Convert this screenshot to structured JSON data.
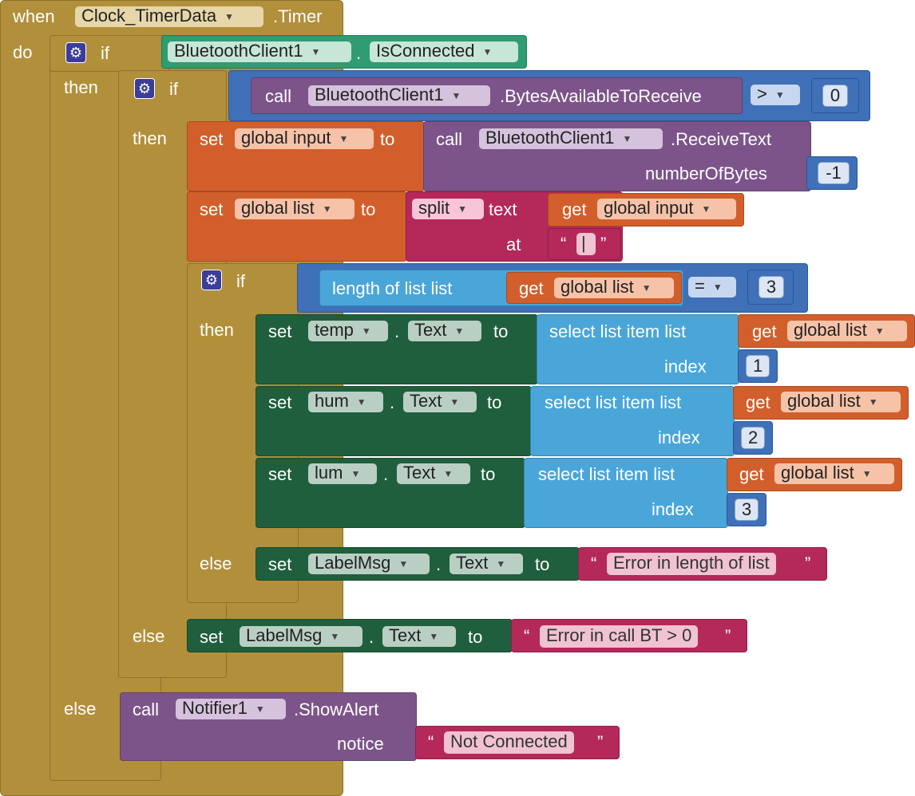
{
  "event": {
    "when_label": "when",
    "component": "Clock_TimerData",
    "event_name": ".Timer",
    "do_label": "do"
  },
  "outer_if": {
    "if_label": "if",
    "then_label": "then",
    "else_label": "else",
    "component": "BluetoothClient1",
    "property": "IsConnected"
  },
  "bytes_if": {
    "if_label": "if",
    "then_label": "then",
    "else_label": "else",
    "call_label": "call",
    "component": "BluetoothClient1",
    "method": ".BytesAvailableToReceive",
    "operator": ">",
    "number": "0"
  },
  "set_input": {
    "set_label": "set",
    "variable": "global input",
    "to_label": "to",
    "call_label": "call",
    "component": "BluetoothClient1",
    "method": ".ReceiveText",
    "param_label": "numberOfBytes",
    "param_value": "-1"
  },
  "set_list": {
    "set_label": "set",
    "variable": "global list",
    "to_label": "to",
    "split_label": "split",
    "text_label": "text",
    "get_label": "get",
    "get_variable": "global input",
    "at_label": "at",
    "separator": "|",
    "quote_open": "“",
    "quote_close": "”"
  },
  "length_if": {
    "if_label": "if",
    "then_label": "then",
    "else_label": "else",
    "length_label": "length of list  list",
    "get_label": "get",
    "get_variable": "global list",
    "operator": "=",
    "number": "3"
  },
  "sets": [
    {
      "set_label": "set",
      "component": "temp",
      "property": "Text",
      "to_label": "to",
      "select_label": "select list item  list",
      "get_label": "get",
      "get_variable": "global list",
      "index_label": "index",
      "index": "1"
    },
    {
      "set_label": "set",
      "component": "hum",
      "property": "Text",
      "to_label": "to",
      "select_label": "select list item  list",
      "get_label": "get",
      "get_variable": "global list",
      "index_label": "index",
      "index": "2"
    },
    {
      "set_label": "set",
      "component": "lum",
      "property": "Text",
      "to_label": "to",
      "select_label": "select list item  list",
      "get_label": "get",
      "get_variable": "global list",
      "index_label": "index",
      "index": "3"
    }
  ],
  "len_else": {
    "set_label": "set",
    "component": "LabelMsg",
    "property": "Text",
    "to_label": "to",
    "message": "Error in length of list"
  },
  "bytes_else": {
    "set_label": "set",
    "component": "LabelMsg",
    "property": "Text",
    "to_label": "to",
    "message": "Error in call BT > 0"
  },
  "outer_else": {
    "call_label": "call",
    "component": "Notifier1",
    "method": ".ShowAlert",
    "param_label": "notice",
    "message": "Not Connected"
  },
  "quotes": {
    "open": "“",
    "close": "”"
  },
  "icons": {
    "gear": "⚙",
    "dropdown": "▼"
  },
  "colors": {
    "control": "#b28f3a",
    "logic": "#3f70b8",
    "component": "#2f9c73",
    "property_setter": "#1f5f3d",
    "procedure": "#7c548a",
    "variables": "#d25f2b",
    "lists": "#4aa6d9",
    "text": "#b4285a"
  }
}
